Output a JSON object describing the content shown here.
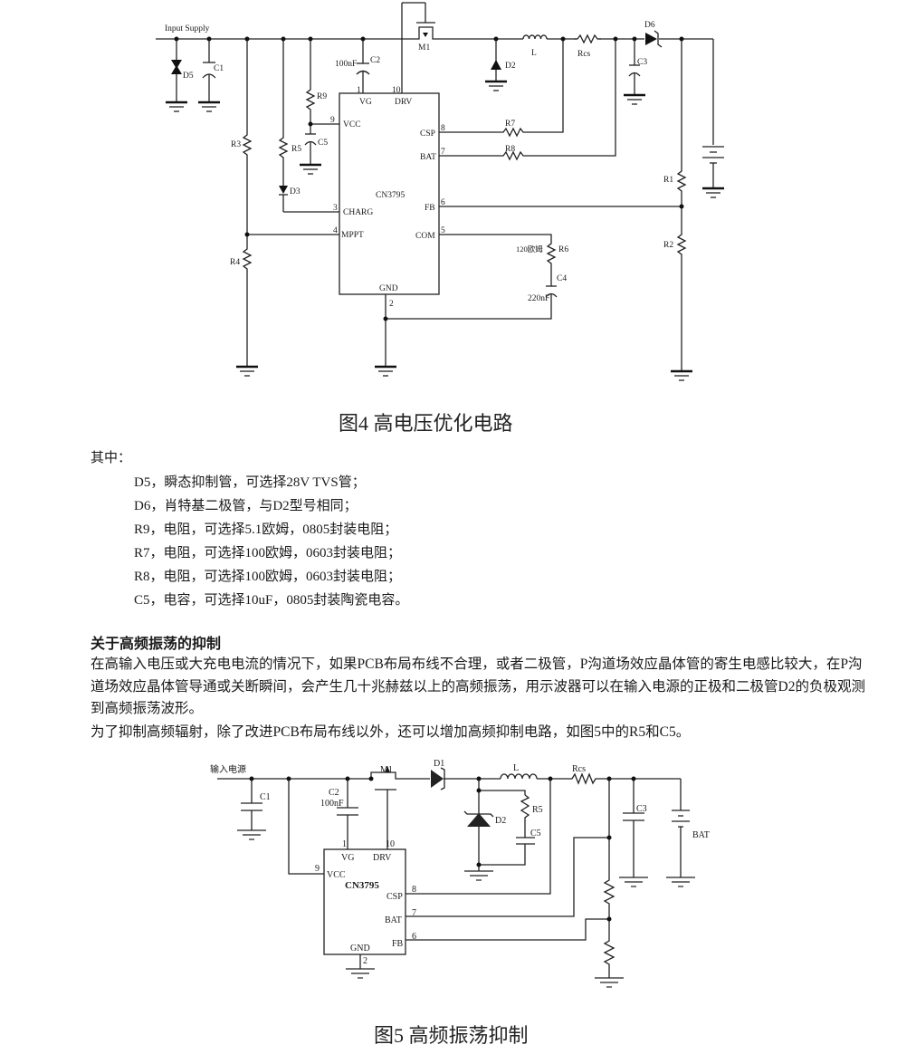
{
  "figure4": {
    "caption": "图4  高电压优化电路",
    "labels": {
      "input_supply": "Input Supply",
      "d5": "D5",
      "c1": "C1",
      "r3": "R3",
      "r5": "R5",
      "r9": "R9",
      "c5": "C5",
      "c2": "C2",
      "c2_value": "100nF",
      "m1": "M1",
      "d2": "D2",
      "l": "L",
      "rcs": "Rcs",
      "c3": "C3",
      "d6": "D6",
      "d3": "D3",
      "r4": "R4",
      "r7": "R7",
      "r8": "R8",
      "r1": "R1",
      "r2": "R2",
      "r6": "R6",
      "r6_value": "120欧姆",
      "c4": "C4",
      "c4_value": "220nF",
      "ic_name": "CN3795",
      "pins": {
        "vg": "VG",
        "vg_num": "1",
        "drv": "DRV",
        "drv_num": "10",
        "vcc": "VCC",
        "vcc_num": "9",
        "charg": "CHARG",
        "charg_num": "3",
        "mppt": "MPPT",
        "mppt_num": "4",
        "csp": "CSP",
        "csp_num": "8",
        "bat": "BAT",
        "bat_num": "7",
        "fb": "FB",
        "fb_num": "6",
        "com": "COM",
        "com_num": "5",
        "gnd": "GND",
        "gnd_num": "2"
      }
    }
  },
  "notes": {
    "intro": "其中：",
    "items": [
      "D5，瞬态抑制管，可选择28V TVS管；",
      "D6，肖特基二极管，与D2型号相同；",
      "R9，电阻，可选择5.1欧姆，0805封装电阻；",
      "R7，电阻，可选择100欧姆，0603封装电阻；",
      "R8，电阻，可选择100欧姆，0603封装电阻；",
      "C5，电容，可选择10uF，0805封装陶瓷电容。"
    ]
  },
  "section": {
    "heading": "关于高频振荡的抑制",
    "paragraph1": "在高输入电压或大充电电流的情况下，如果PCB布局布线不合理，或者二极管，P沟道场效应晶体管的寄生电感比较大，在P沟道场效应晶体管导通或关断瞬间，会产生几十兆赫兹以上的高频振荡，用示波器可以在输入电源的正极和二极管D2的负极观测到高频振荡波形。",
    "paragraph2": "为了抑制高频辐射，除了改进PCB布局布线以外，还可以增加高频抑制电路，如图5中的R5和C5。"
  },
  "figure5": {
    "caption": "图5  高频振荡抑制",
    "labels": {
      "input": "输入电源",
      "c1": "C1",
      "c2": "C2",
      "c2_value": "100nF",
      "m1": "M1",
      "d1": "D1",
      "l": "L",
      "rcs": "Rcs",
      "r5": "R5",
      "d2": "D2",
      "c5": "C5",
      "c3": "C3",
      "bat": "BAT",
      "ic_name": "CN3795",
      "pins": {
        "vg": "VG",
        "vg_num": "1",
        "drv": "DRV",
        "drv_num": "10",
        "vcc": "VCC",
        "vcc_num": "9",
        "csp": "CSP",
        "csp_num": "8",
        "bat": "BAT",
        "bat_num": "7",
        "fb": "FB",
        "fb_num": "6",
        "gnd": "GND",
        "gnd_num": "2"
      }
    }
  }
}
